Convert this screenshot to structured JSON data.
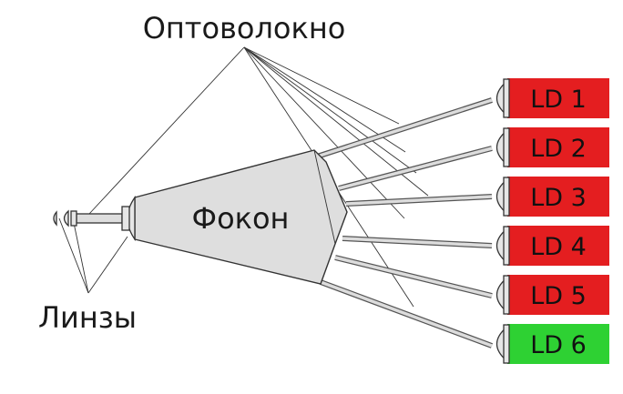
{
  "labels": {
    "fiber": "Оптоволокно",
    "focon": "Фокон",
    "lenses": "Линзы"
  },
  "lasers": [
    {
      "name": "LD 1",
      "color": "#e41e20"
    },
    {
      "name": "LD 2",
      "color": "#e41e20"
    },
    {
      "name": "LD 3",
      "color": "#e41e20"
    },
    {
      "name": "LD 4",
      "color": "#e41e20"
    },
    {
      "name": "LD 5",
      "color": "#e41e20"
    },
    {
      "name": "LD 6",
      "color": "#2ed133"
    }
  ],
  "colors": {
    "focon_fill": "#dedede",
    "outline": "#333333"
  }
}
